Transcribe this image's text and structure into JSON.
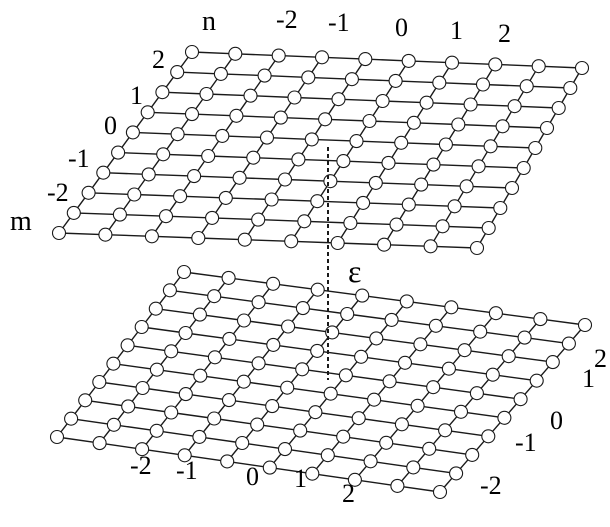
{
  "lattice": {
    "grid_size": 10,
    "upper_plane": {
      "axis_letters": {
        "n": "n",
        "m": "m"
      },
      "n_ticks": [
        "-2",
        "-1",
        "0",
        "1",
        "2"
      ],
      "m_ticks": [
        "2",
        "1",
        "0",
        "-1",
        "-2"
      ]
    },
    "lower_plane": {
      "bottom_ticks": [
        "-2",
        "-1",
        "0",
        "1",
        "2"
      ],
      "right_ticks": [
        "2",
        "1",
        "0",
        "-1",
        "-2"
      ]
    },
    "coupling_label": "ε"
  }
}
